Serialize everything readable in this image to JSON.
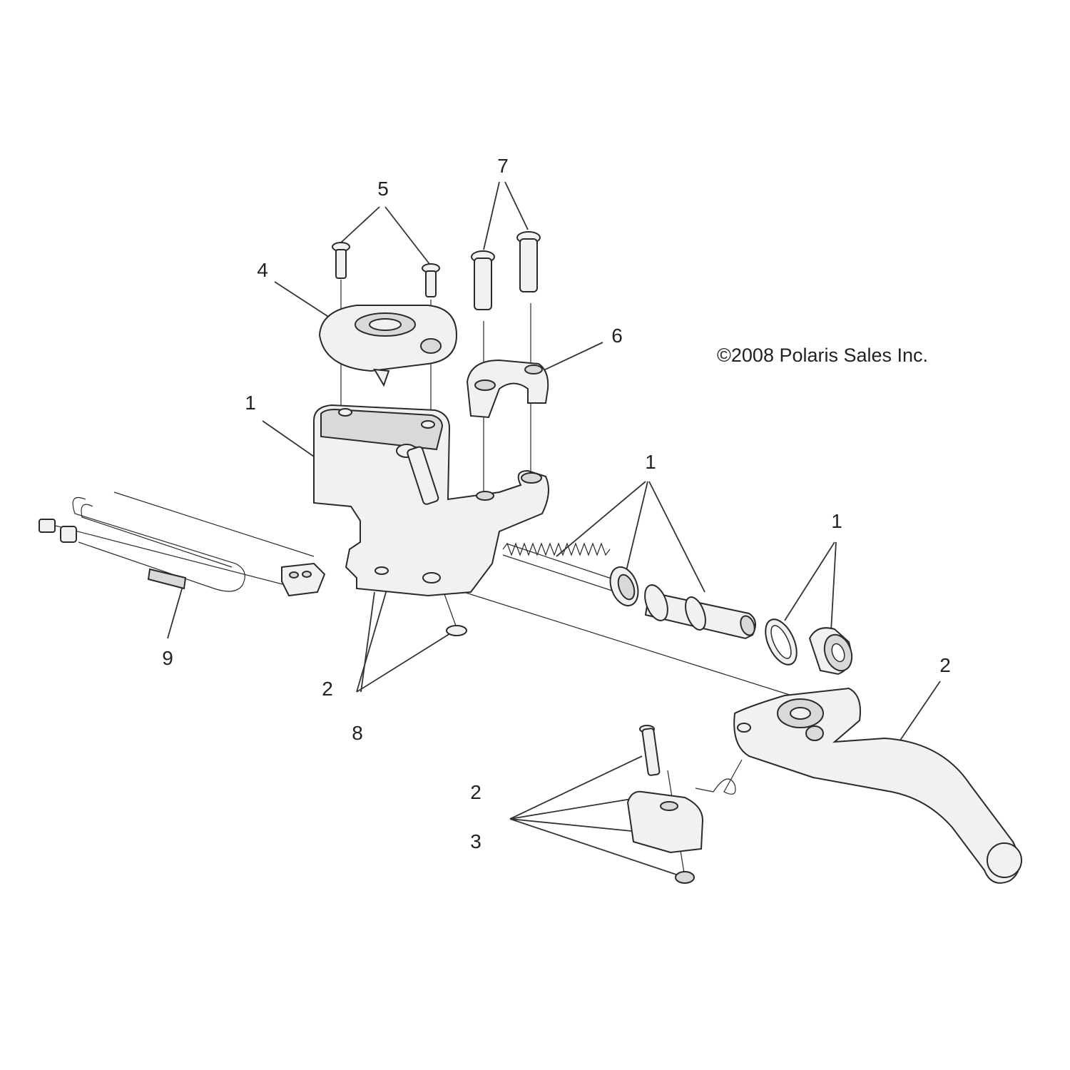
{
  "copyright": "©2008 Polaris Sales Inc.",
  "callouts": {
    "c5": "5",
    "c7": "7",
    "c4": "4",
    "c6": "6",
    "c1_reservoir": "1",
    "c1_spring": "1",
    "c1_boot": "1",
    "c9": "9",
    "c2_left": "2",
    "c8": "8",
    "c2_lever": "2",
    "c2_pin": "2",
    "c3": "3"
  }
}
